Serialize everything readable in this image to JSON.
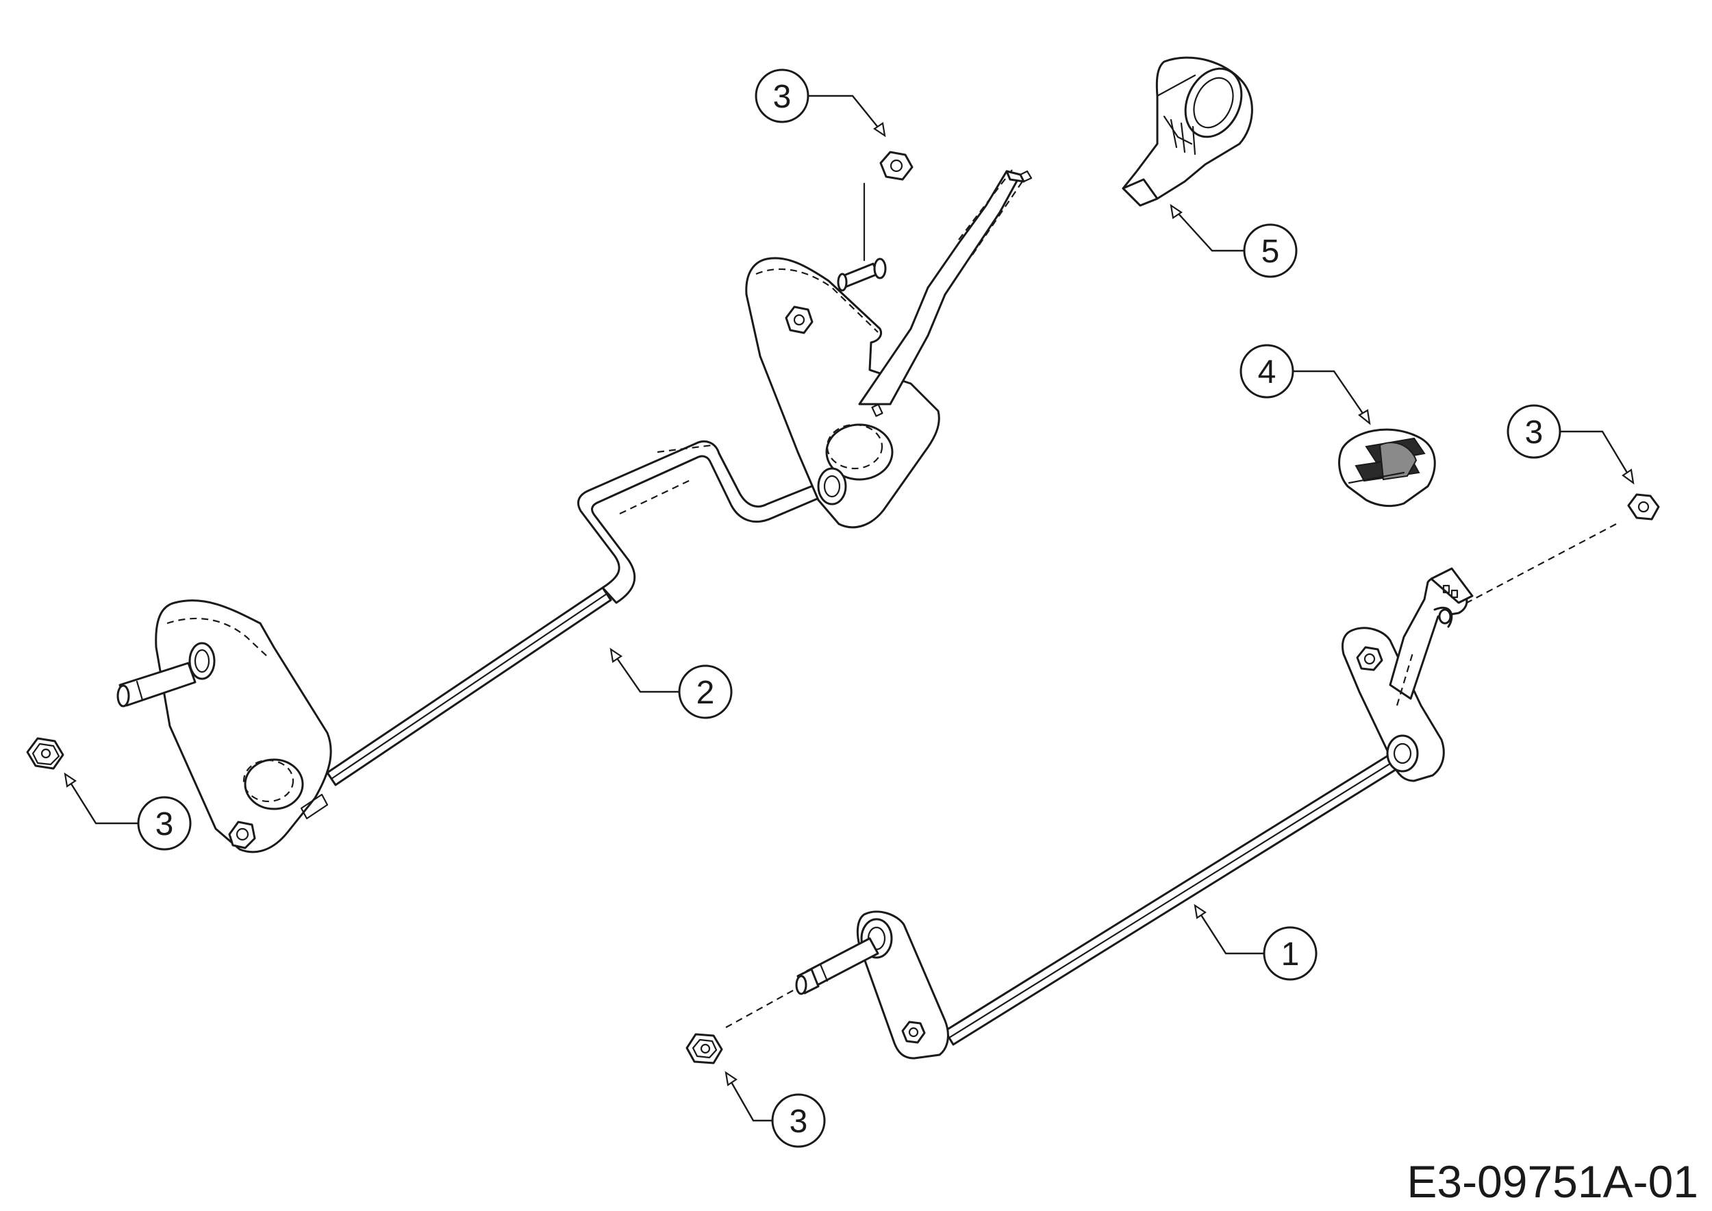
{
  "drawing_code": "E3-09751A-01",
  "callouts": [
    {
      "id": "callout-1",
      "label": "1"
    },
    {
      "id": "callout-2",
      "label": "2"
    },
    {
      "id": "callout-3-top",
      "label": "3"
    },
    {
      "id": "callout-3-left",
      "label": "3"
    },
    {
      "id": "callout-3-right",
      "label": "3"
    },
    {
      "id": "callout-3-bottom",
      "label": "3"
    },
    {
      "id": "callout-4",
      "label": "4"
    },
    {
      "id": "callout-5",
      "label": "5"
    }
  ]
}
